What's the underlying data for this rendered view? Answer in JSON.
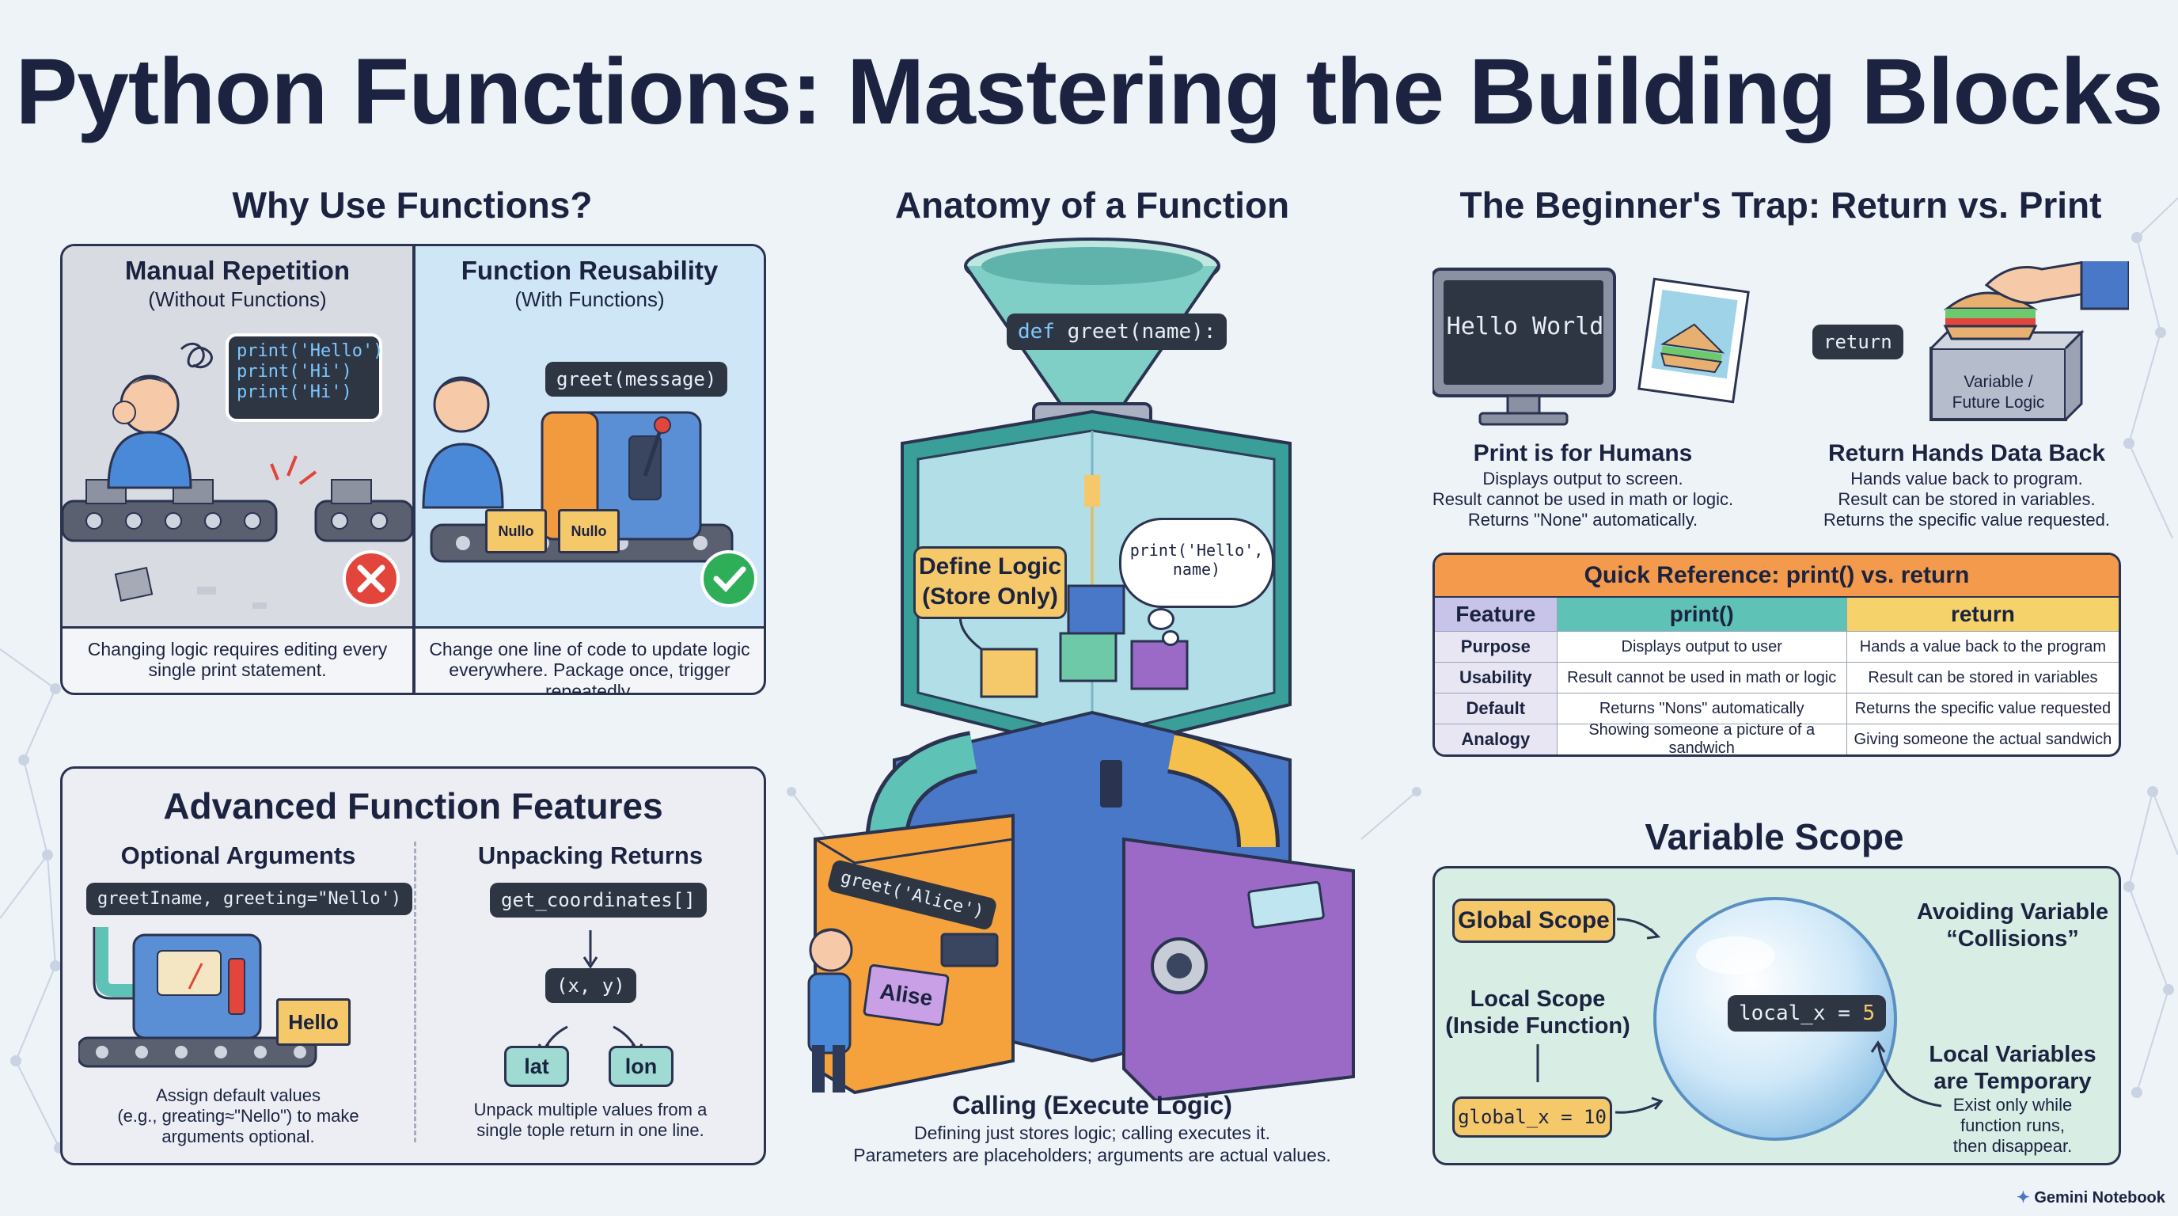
{
  "title": "Python Functions: Mastering the Building Blocks",
  "why": {
    "title": "Why Use Functions?",
    "manual_title": "Manual Repetition",
    "manual_sub": "(Without Functions)",
    "manual_code": [
      "print('Hello')",
      "print('Hi')",
      "print('Hi')"
    ],
    "manual_caption_1": "Changing logic requires editing every",
    "manual_caption_2": "single print statement.",
    "reuse_title": "Function Reusability",
    "reuse_sub": "(With Functions)",
    "reuse_code": "greet(message)",
    "box_label": "Nullo",
    "reuse_caption_1": "Change one line of code to update logic",
    "reuse_caption_2": "everywhere. Package once, trigger repeatedly."
  },
  "advanced": {
    "title": "Advanced Function Features",
    "optional_title": "Optional Arguments",
    "optional_code": "greetIname, greeting=\"Nello')",
    "hello_box": "Hello",
    "optional_caption_1": "Assign default values",
    "optional_caption_2": "(e.g., greating≈\"Nello\") to make",
    "optional_caption_3": "arguments optional.",
    "unpack_title": "Unpacking Returns",
    "unpack_code": "get_coordinates[]",
    "tuple_code": "(x, y)",
    "lat": "lat",
    "lon": "lon",
    "unpack_caption_1": "Unpack multiple values from a",
    "unpack_caption_2": "single tople return in one line."
  },
  "anatomy": {
    "title": "Anatomy of a Function",
    "def_code_kw": "def",
    "def_code_rest": "greet(name):",
    "define_logic_1": "Define Logic",
    "define_logic_2": "(Store Only)",
    "thought_1": "print('Hello',",
    "thought_2": "name)",
    "call_label": "greet('Alice')",
    "alise_box": "Alise",
    "calling_title": "Calling (Execute Logic)",
    "calling_caption_1": "Defining just stores logic; calling executes it.",
    "calling_caption_2": "Parameters are placeholders; arguments are actual values."
  },
  "trap": {
    "title": "The Beginner's Trap: Return vs. Print",
    "screen_text": "Hello World",
    "return_chip": "return",
    "var_box_1": "Variable /",
    "var_box_2": "Future Logic",
    "print_title": "Print is for Humans",
    "print_lines": [
      "Displays output to screen.",
      "Result cannot be used in math or logic.",
      "Returns \"None\" automatically."
    ],
    "return_title": "Return Hands Data Back",
    "return_lines": [
      "Hands value back to program.",
      "Result can be stored in variables.",
      "Returns the specific value requested."
    ]
  },
  "quick_ref": {
    "title": "Quick Reference: print() vs. return",
    "headers": [
      "Feature",
      "print()",
      "return"
    ],
    "rows": [
      [
        "Purpose",
        "Displays output to user",
        "Hands a value back to the program"
      ],
      [
        "Usability",
        "Result cannot be used in math or logic",
        "Result can be stored in variables"
      ],
      [
        "Default",
        "Returns \"Nons\" automatically",
        "Returns the specific value requested"
      ],
      [
        "Analogy",
        "Showing someone a picture of a sandwich",
        "Giving someone the actual sandwich"
      ]
    ]
  },
  "scope": {
    "title": "Variable Scope",
    "global_label": "Global Scope",
    "local_label_1": "Local Scope",
    "local_label_2": "(Inside Function)",
    "global_code": "global_x = 10",
    "local_code_prefix": "local_x = ",
    "local_code_value": "5",
    "avoid_1": "Avoiding Variable",
    "avoid_2": "“Collisions”",
    "temp_1": "Local Variables",
    "temp_2": "are Temporary",
    "temp_3": "Exist only while",
    "temp_4": "function runs,",
    "temp_5": "then disappear."
  },
  "watermark": "Gemini Notebook",
  "colors": {
    "navy": "#1b2340",
    "teal": "#5fc2b6",
    "orange": "#f39a4c",
    "yellow": "#f5d36a",
    "purple": "#9b6ac6",
    "blue": "#4a78c8",
    "red": "#e2453c",
    "green": "#2fae5a"
  }
}
